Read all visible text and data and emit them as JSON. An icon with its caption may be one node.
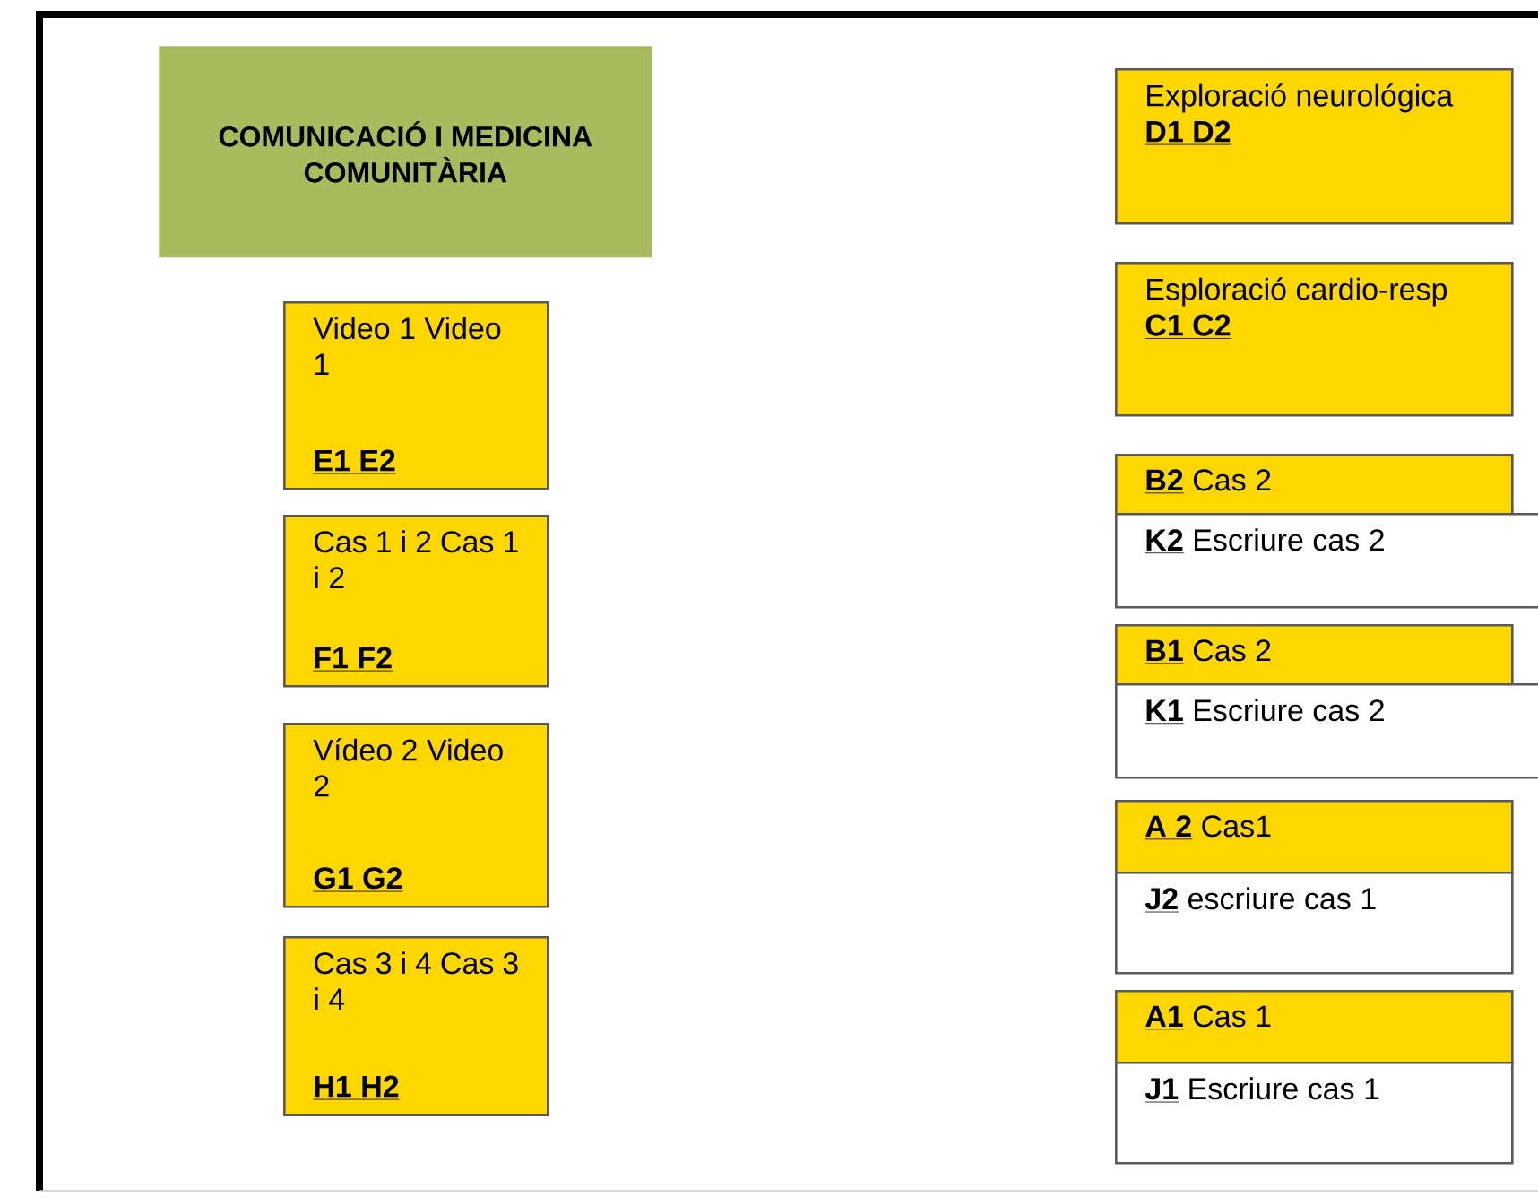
{
  "diagram": {
    "nodes": [
      {
        "text": [
          "COMUNICACIÓ I MEDICINA COMUNITÀRIA"
        ]
      },
      {
        "text": [
          "Video 1 Video 1",
          "E1 E2"
        ]
      },
      {
        "text": [
          "Cas 1 i 2 Cas 1 i 2",
          "F1 F2"
        ]
      },
      {
        "text": [
          "Vídeo 2 Video 2",
          "G1 G2"
        ]
      },
      {
        "text": [
          "Cas 3 i 4 Cas 3 i 4",
          "H1 H2"
        ]
      },
      {
        "text": [
          "Exploració neurológica",
          "D1 D2"
        ]
      },
      {
        "text": [
          "Esploració cardio-resp",
          "C1 C2"
        ]
      },
      {
        "text": [
          "B2",
          "Cas 2"
        ]
      },
      {
        "text": [
          "K2",
          "Escriure cas 2"
        ]
      },
      {
        "text": [
          "B1",
          "Cas 2"
        ]
      },
      {
        "text": [
          "K1",
          "Escriure cas 2"
        ]
      },
      {
        "text": [
          "A 2",
          "Cas1"
        ]
      },
      {
        "text": [
          "J2",
          "escriure cas 1"
        ]
      },
      {
        "text": [
          "A1",
          "Cas 1"
        ]
      },
      {
        "text": [
          "J1",
          "Escriure cas 1"
        ]
      }
    ]
  }
}
